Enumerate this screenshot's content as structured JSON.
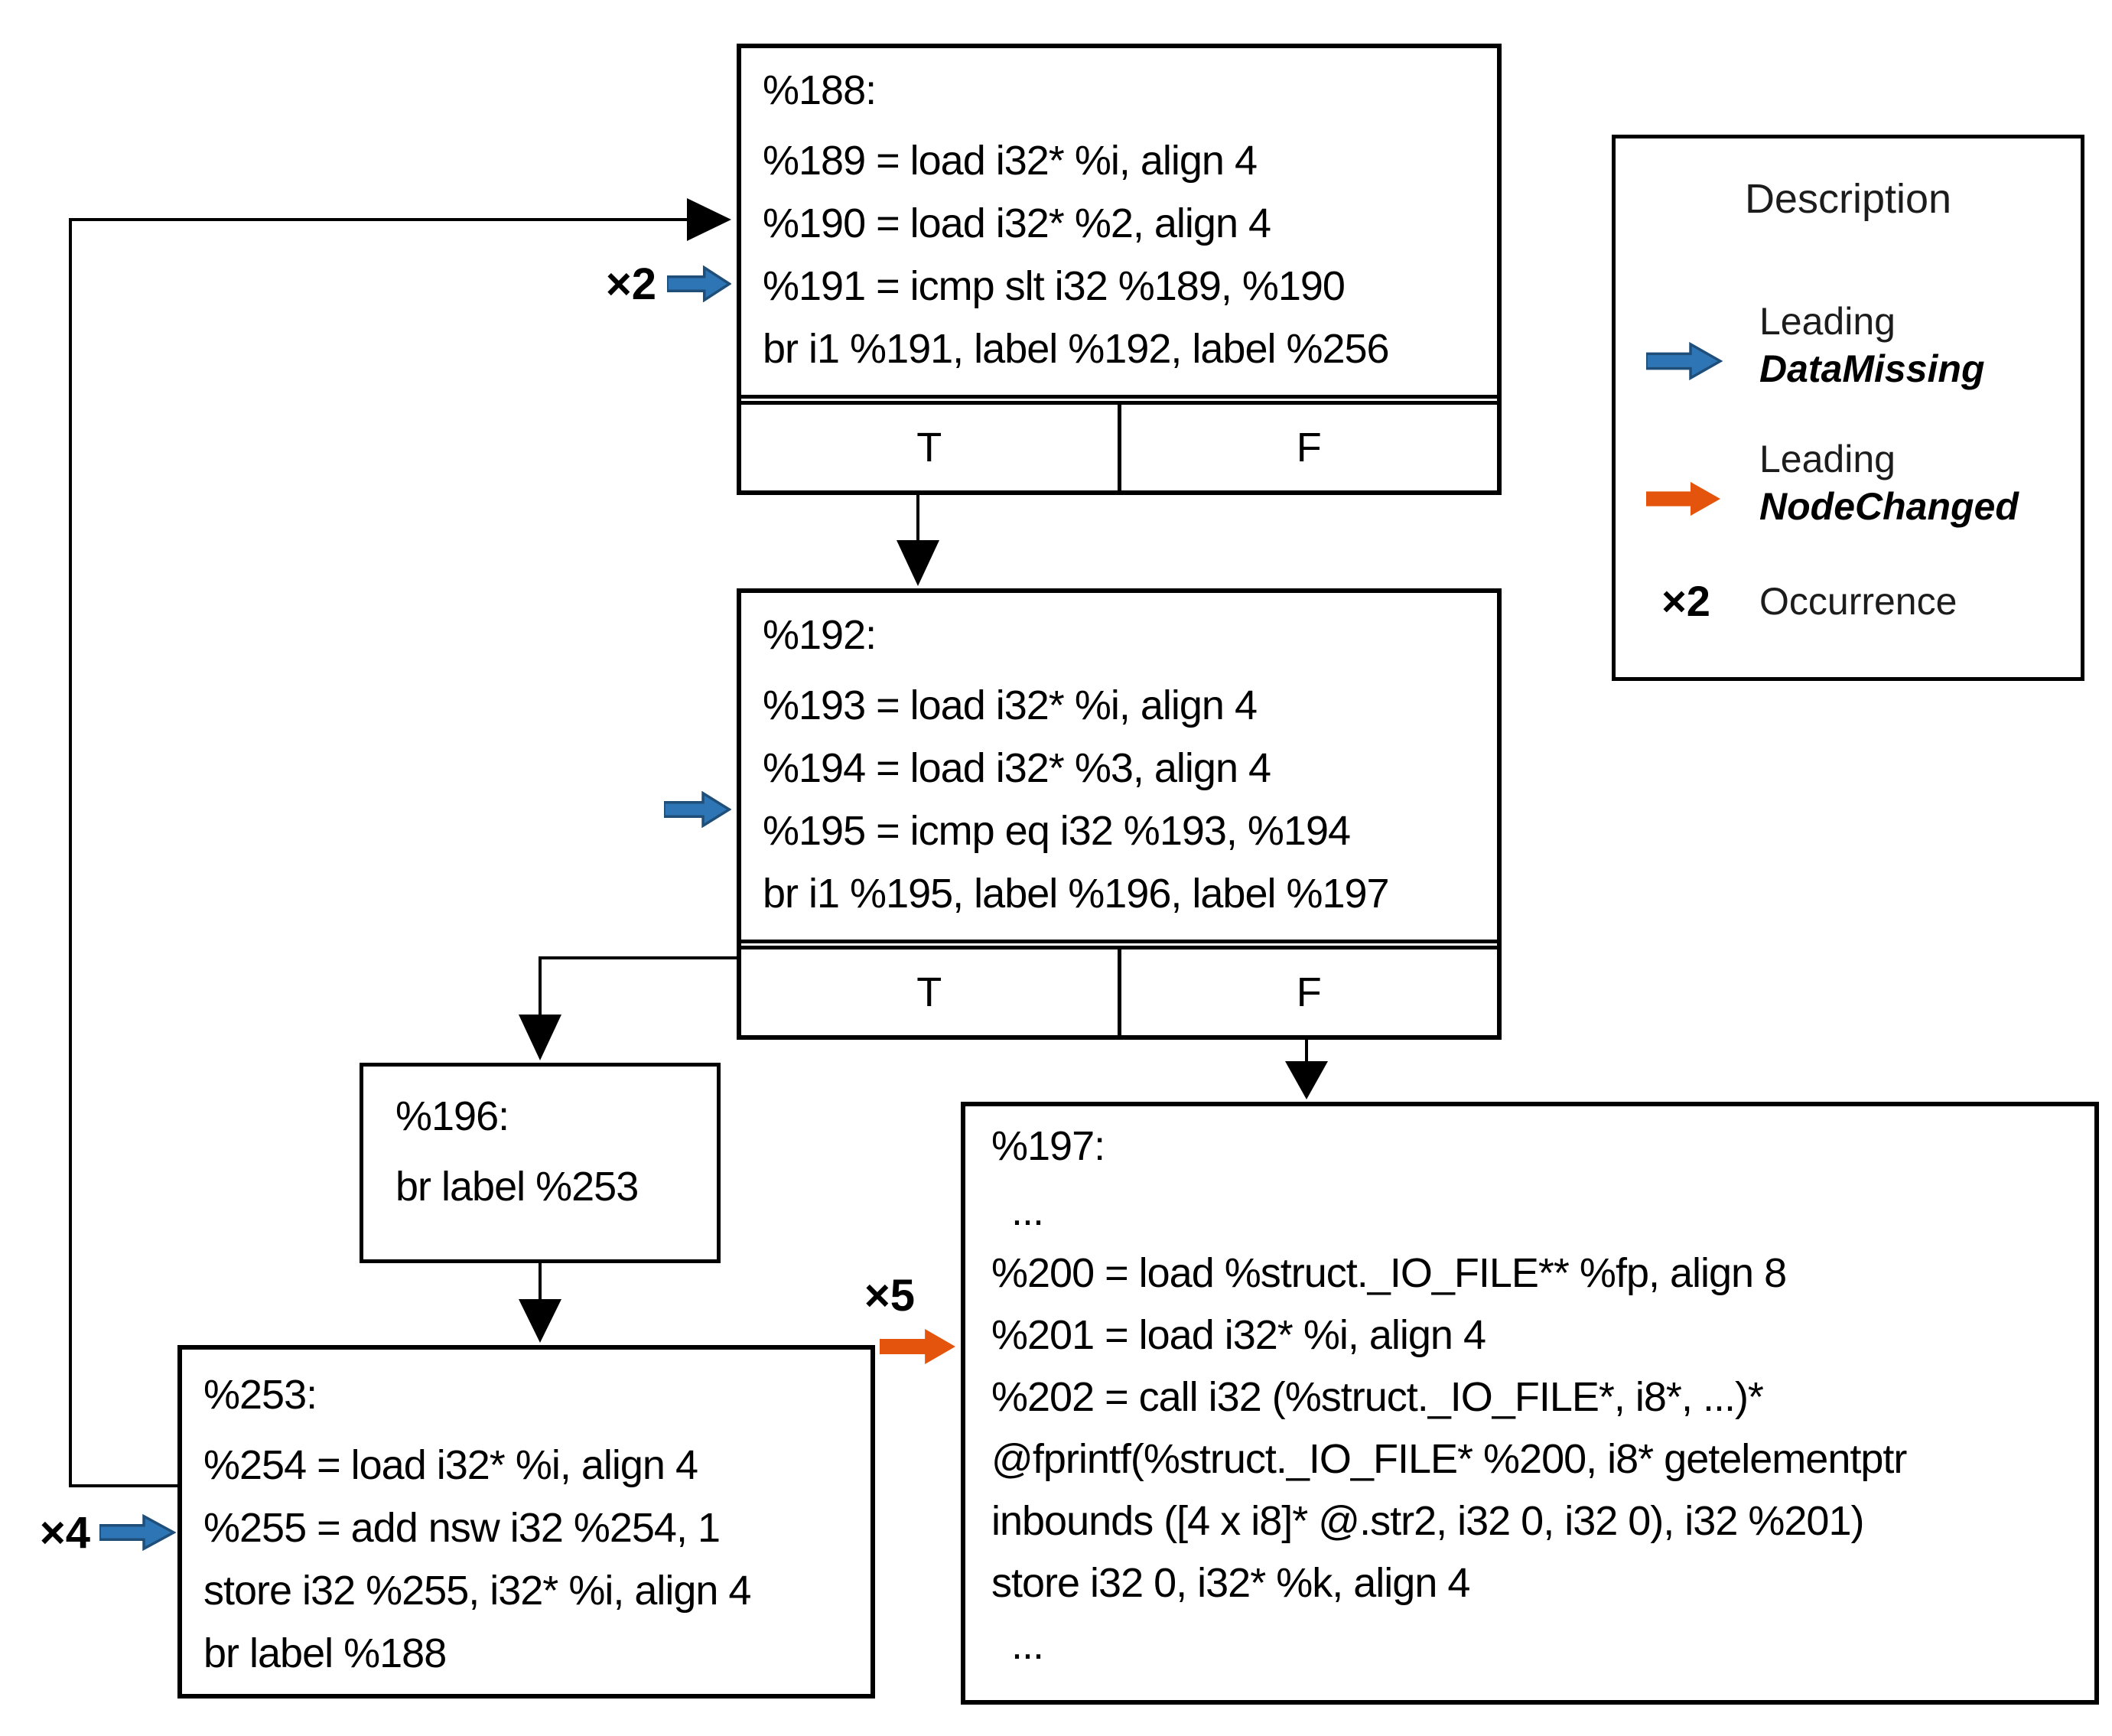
{
  "diagram": {
    "nodes": {
      "n188": {
        "label": "%188:",
        "instructions": [
          "%189 = load i32* %i, align 4",
          "%190 = load i32* %2, align 4",
          "%191 = icmp slt i32 %189, %190",
          "br i1 %191, label %192, label %256"
        ],
        "true_label": "T",
        "false_label": "F"
      },
      "n192": {
        "label": "%192:",
        "instructions": [
          "%193 = load i32* %i, align 4",
          "%194 = load i32* %3, align 4",
          "%195 = icmp eq i32 %193, %194",
          "br i1 %195, label %196, label %197"
        ],
        "true_label": "T",
        "false_label": "F"
      },
      "n196": {
        "label": "%196:",
        "instructions": [
          "br label %253"
        ]
      },
      "n253": {
        "label": "%253:",
        "instructions": [
          "%254 = load i32* %i, align 4",
          "%255 = add nsw i32 %254, 1",
          "store i32 %255, i32* %i, align 4",
          "br label %188"
        ]
      },
      "n197": {
        "label": "%197:",
        "instructions": [
          "...",
          "%200 = load %struct._IO_FILE** %fp, align 8",
          "%201 = load i32* %i, align 4",
          "%202 = call i32 (%struct._IO_FILE*, i8*, ...)*",
          "@fprintf(%struct._IO_FILE* %200, i8* getelementptr",
          "inbounds ([4 x i8]* @.str2, i32 0, i32 0), i32 %201)",
          "store i32 0, i32* %k, align 4",
          "..."
        ]
      }
    },
    "annotations": {
      "occurrence_n188": "×2",
      "occurrence_n253": "×4",
      "occurrence_n197": "×5"
    }
  },
  "legend": {
    "title": "Description",
    "items": [
      {
        "icon": "datamissing-arrow",
        "line1": "Leading",
        "line2": "DataMissing"
      },
      {
        "icon": "nodechanged-arrow",
        "line1": "Leading",
        "line2": "NodeChanged"
      },
      {
        "symbol": "×2",
        "label": "Occurrence"
      }
    ]
  },
  "colors": {
    "datamissing_blue": "#2E75B6",
    "datamissing_blue_border": "#1F4E79",
    "nodechanged_orange": "#E4540C",
    "line_black": "#000000"
  }
}
